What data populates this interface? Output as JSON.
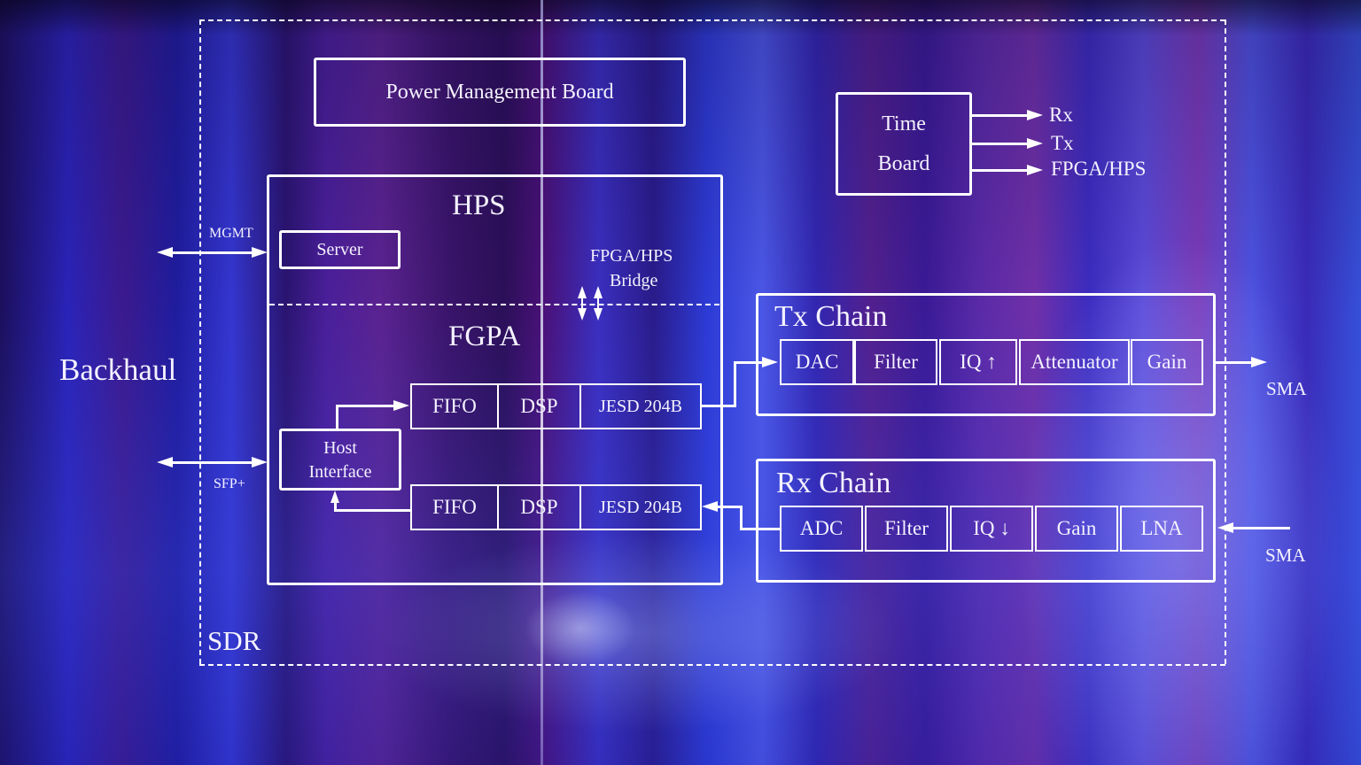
{
  "diagram": {
    "sdr_label": "SDR",
    "backhaul_label": "Backhaul",
    "mgmt_label": "MGMT",
    "sfp_label": "SFP+",
    "power_board": "Power Management Board",
    "time_board": {
      "line1": "Time",
      "line2": "Board",
      "outputs": [
        "Rx",
        "Tx",
        "FPGA/HPS"
      ]
    },
    "hps": {
      "title": "HPS",
      "server": "Server",
      "bridge_line1": "FPGA/HPS",
      "bridge_line2": "Bridge"
    },
    "fpga": {
      "title": "FGPA",
      "host_line1": "Host",
      "host_line2": "Interface",
      "tx_path": [
        "FIFO",
        "DSP",
        "JESD 204B"
      ],
      "rx_path": [
        "FIFO",
        "DSP",
        "JESD 204B"
      ]
    },
    "tx_chain": {
      "title": "Tx Chain",
      "blocks": [
        "DAC",
        "Filter",
        "IQ ↑",
        "Attenuator",
        "Gain"
      ],
      "port": "SMA"
    },
    "rx_chain": {
      "title": "Rx Chain",
      "blocks": [
        "ADC",
        "Filter",
        "IQ ↓",
        "Gain",
        "LNA"
      ],
      "port": "SMA"
    }
  },
  "colors": {
    "line": "#ffffff",
    "text": "#f4f2ff"
  }
}
